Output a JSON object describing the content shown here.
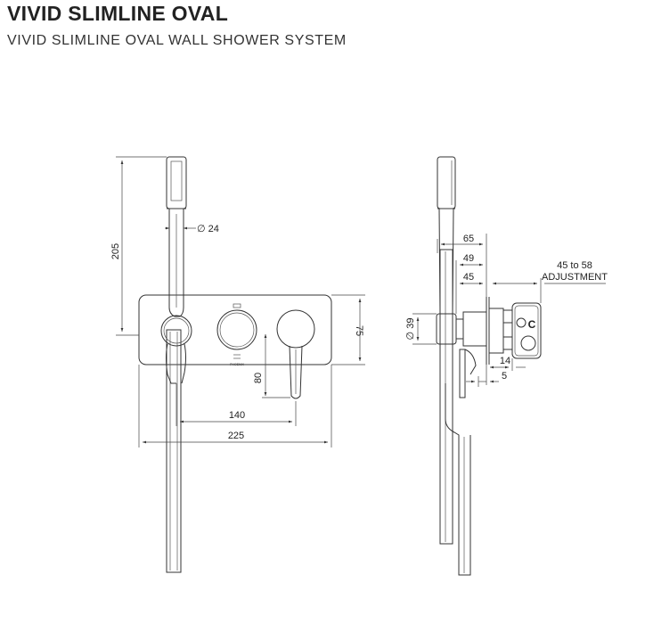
{
  "header": {
    "title": "VIVID SLIMLINE OVAL",
    "subtitle": "VIVID SLIMLINE OVAL WALL SHOWER SYSTEM"
  },
  "front_view": {
    "dims": {
      "height_205": "205",
      "dia_24": "∅ 24",
      "height_75": "75",
      "height_80": "80",
      "width_140": "140",
      "width_225": "225"
    },
    "logo_text": "PHOENIX"
  },
  "side_view": {
    "dims": {
      "d65": "65",
      "d49": "49",
      "d45": "45",
      "adjust_range": "45 to 58",
      "adjust_label": "ADJUSTMENT",
      "dia_39": "∅ 39",
      "d14": "14",
      "d5": "5"
    },
    "valve_label": "C"
  }
}
